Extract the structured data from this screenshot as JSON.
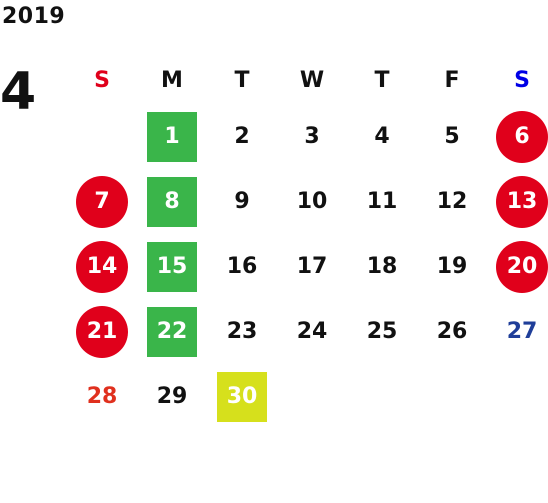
{
  "calendar": {
    "year": "2019",
    "month": "4",
    "weekdays": [
      "S",
      "M",
      "T",
      "W",
      "T",
      "F",
      "S"
    ],
    "colors": {
      "holiday_red": "#e0001b",
      "monday_green": "#3ab54a",
      "special_yellow": "#d6e01c",
      "saturday_blue": "#0000e6",
      "text_black": "#111111"
    },
    "weeks": [
      [
        "",
        "1",
        "2",
        "3",
        "4",
        "5",
        "6"
      ],
      [
        "7",
        "8",
        "9",
        "10",
        "11",
        "12",
        "13"
      ],
      [
        "14",
        "15",
        "16",
        "17",
        "18",
        "19",
        "20"
      ],
      [
        "21",
        "22",
        "23",
        "24",
        "25",
        "26",
        "27"
      ],
      [
        "28",
        "29",
        "30",
        "",
        "",
        "",
        ""
      ]
    ]
  }
}
